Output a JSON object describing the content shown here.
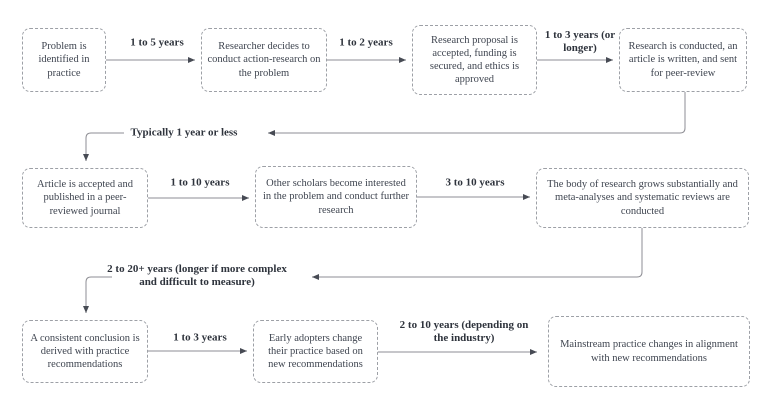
{
  "diagram": {
    "title": "Research-to-practice timeline flowchart",
    "colors": {
      "background": "#ffffff",
      "node_fill": "#ffffff",
      "node_border": "#9da0a6",
      "node_text": "#3f4550",
      "label_text": "#2e333c",
      "line": "#8e8e94",
      "arrowhead": "#474b54"
    },
    "nodes": [
      {
        "id": "problem-identified",
        "text": "Problem is identified in practice"
      },
      {
        "id": "researcher-decides",
        "text": "Researcher decides to conduct action-research on the problem"
      },
      {
        "id": "proposal-accepted",
        "text": "Research proposal is accepted, funding is secured, and ethics is approved"
      },
      {
        "id": "research-conducted",
        "text": "Research is conducted, an article is written, and sent for peer-review"
      },
      {
        "id": "article-published",
        "text": "Article is accepted and published in a peer-reviewed journal"
      },
      {
        "id": "scholars-interested",
        "text": "Other scholars become interested in the problem and conduct further research"
      },
      {
        "id": "body-of-research",
        "text": "The body of research grows substantially and meta-analyses and systematic reviews are conducted"
      },
      {
        "id": "consistent-conclusion",
        "text": "A consistent conclusion is derived with practice recommendations"
      },
      {
        "id": "early-adopters",
        "text": "Early adopters change their practice based on new recommendations"
      },
      {
        "id": "mainstream-practice",
        "text": "Mainstream practice changes in alignment with new recommendations"
      }
    ],
    "edge_labels": [
      {
        "id": "problem-to-researcher",
        "text": "1 to 5 years"
      },
      {
        "id": "researcher-to-proposal",
        "text": "1 to 2 years"
      },
      {
        "id": "proposal-to-research",
        "text": "1 to 3 years (or longer)"
      },
      {
        "id": "research-to-published",
        "text": "Typically 1 year or less"
      },
      {
        "id": "published-to-scholars",
        "text": "1 to 10 years"
      },
      {
        "id": "scholars-to-body",
        "text": "3 to 10 years"
      },
      {
        "id": "body-to-conclusion",
        "text": "2 to 20+ years (longer if more complex and difficult to measure)"
      },
      {
        "id": "conclusion-to-adopters",
        "text": "1 to 3 years"
      },
      {
        "id": "adopters-to-mainstream",
        "text": "2 to 10 years (depending on the industry)"
      }
    ]
  }
}
